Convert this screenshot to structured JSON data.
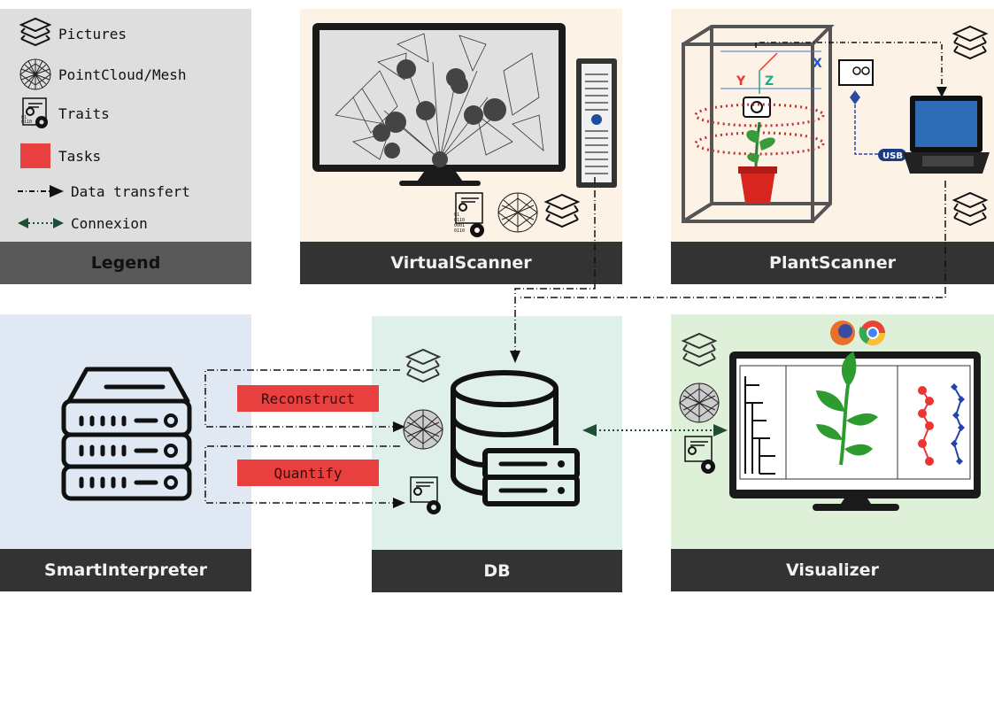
{
  "legend": {
    "title": "Legend",
    "items": [
      {
        "icon": "pictures-stack-icon",
        "label": "Pictures"
      },
      {
        "icon": "pointcloud-sphere-icon",
        "label": "PointCloud/Mesh"
      },
      {
        "icon": "traits-gear-doc-icon",
        "label": "Traits"
      },
      {
        "icon": "task-red-square-icon",
        "label": "Tasks"
      },
      {
        "icon": "data-transfer-arrow-icon",
        "label": "Data transfert"
      },
      {
        "icon": "connexion-arrow-icon",
        "label": "Connexion"
      }
    ]
  },
  "panels": {
    "virtual_scanner": "VirtualScanner",
    "plant_scanner": "PlantScanner",
    "smart_interpreter": "SmartInterpreter",
    "db": "DB",
    "visualizer": "Visualizer"
  },
  "plant_scanner_axes": {
    "x": "X",
    "y": "Y",
    "z": "Z",
    "usb": "USB"
  },
  "tasks": {
    "reconstruct": "Reconstruct",
    "quantify": "Quantify"
  },
  "traits_bits": [
    "01",
    "0110",
    "0001",
    "0110"
  ],
  "colors": {
    "legend_bg": "#dedede",
    "scanner_bg": "#fdf2e6",
    "interpreter_bg": "#dfe8f3",
    "db_bg": "#dff0ea",
    "visualizer_bg": "#dff0d8",
    "task_red": "#e8403f",
    "caption_bg": "#333333",
    "connexion_green": "#1d4d33"
  }
}
